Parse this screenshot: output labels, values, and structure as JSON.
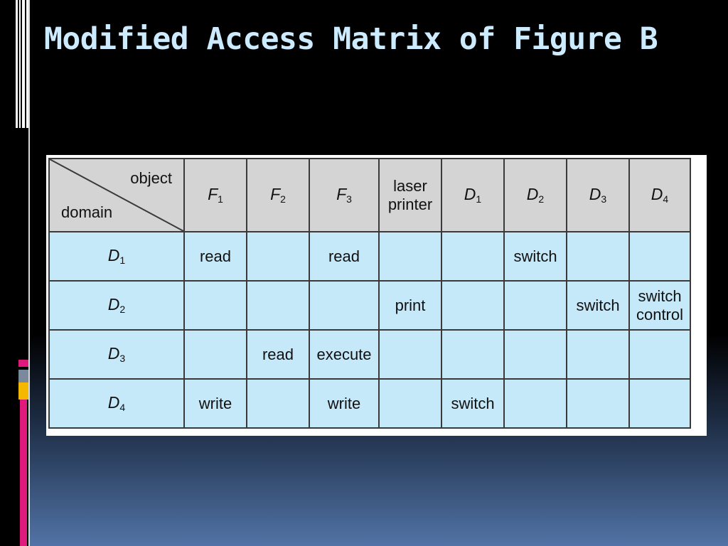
{
  "slide": {
    "title": "Modified Access Matrix of Figure B"
  },
  "matrix": {
    "corner": {
      "object_label": "object",
      "domain_label": "domain"
    },
    "columns": [
      {
        "kind": "symbol",
        "letter": "F",
        "sub": "1"
      },
      {
        "kind": "symbol",
        "letter": "F",
        "sub": "2"
      },
      {
        "kind": "symbol",
        "letter": "F",
        "sub": "3"
      },
      {
        "kind": "text",
        "lines": [
          "laser",
          "printer"
        ]
      },
      {
        "kind": "symbol",
        "letter": "D",
        "sub": "1"
      },
      {
        "kind": "symbol",
        "letter": "D",
        "sub": "2"
      },
      {
        "kind": "symbol",
        "letter": "D",
        "sub": "3"
      },
      {
        "kind": "symbol",
        "letter": "D",
        "sub": "4"
      }
    ],
    "rows": [
      {
        "domain": {
          "letter": "D",
          "sub": "1"
        },
        "cells": [
          [
            "read"
          ],
          [],
          [
            "read"
          ],
          [],
          [],
          [
            "switch"
          ],
          [],
          []
        ]
      },
      {
        "domain": {
          "letter": "D",
          "sub": "2"
        },
        "cells": [
          [],
          [],
          [],
          [
            "print"
          ],
          [],
          [],
          [
            "switch"
          ],
          [
            "switch",
            "control"
          ]
        ]
      },
      {
        "domain": {
          "letter": "D",
          "sub": "3"
        },
        "cells": [
          [],
          [
            "read"
          ],
          [
            "execute"
          ],
          [],
          [],
          [],
          [],
          []
        ]
      },
      {
        "domain": {
          "letter": "D",
          "sub": "4"
        },
        "cells": [
          [
            "write"
          ],
          [],
          [
            "write"
          ],
          [],
          [
            "switch"
          ],
          [],
          [],
          []
        ]
      }
    ]
  },
  "colors": {
    "title": "#cdebff",
    "header_bg": "#d4d4d4",
    "body_bg": "#c6e9fa",
    "accent_pink": "#e0197d",
    "accent_yellow": "#f5b800"
  }
}
